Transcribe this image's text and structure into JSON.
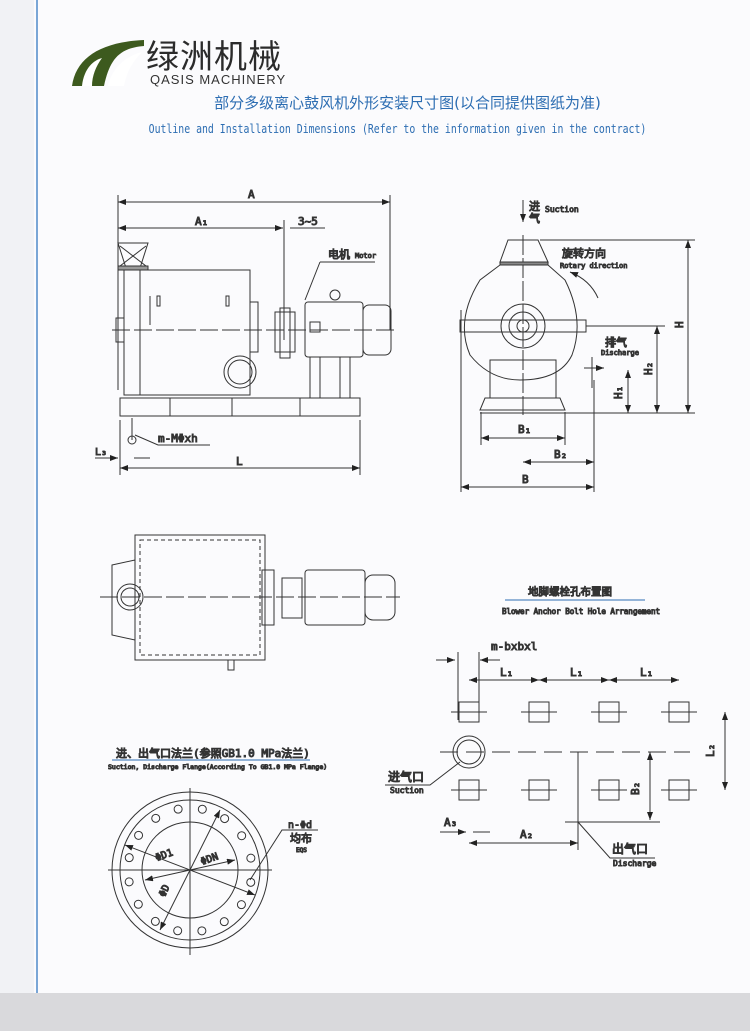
{
  "logo": {
    "cn": "绿洲机械",
    "en": "QASIS MACHINERY"
  },
  "title": {
    "cn": "部分多级离心鼓风机外形安装尺寸图(以合同提供图纸为准)",
    "en": "Outline and Installation Dimensions (Refer to the information given in the contract)"
  },
  "side_view": {
    "A": "A",
    "A1": "A₁",
    "gap": "3~5",
    "motor_cn": "电机",
    "motor_en": "Motor",
    "bolt": "m-MΦxh",
    "L3": "L₃",
    "L": "L"
  },
  "front_view": {
    "suction_cn1": "进",
    "suction_cn2": "气",
    "suction_en": "Suction",
    "rotary_cn": "旋转方向",
    "rotary_en": "Rotary direction",
    "discharge_cn": "排气",
    "discharge_en": "Discharge",
    "H": "H",
    "H1": "H₁",
    "H2": "H₂",
    "B1": "B₁",
    "B2": "B₂",
    "B": "B"
  },
  "flange": {
    "title_cn": "进、出气口法兰(参照GB1.0 MPa法兰)",
    "title_en": "Suction, Discharge Flange(According To GB1.0 MPa Flange)",
    "holes": "n-Φd",
    "eqs_cn": "均布",
    "eqs_en": "EQS",
    "D1": "ΦD1",
    "DN": "ΦDN",
    "D": "ΦD"
  },
  "anchor": {
    "title_cn": "地脚螺栓孔布置图",
    "title_en": "Blower Anchor Bolt Hole Arrangement",
    "hole": "m-bxbxl",
    "L1": "L₁",
    "L2": "L₂",
    "B2": "B₂",
    "A2": "A₂",
    "A3": "A₃",
    "suction_cn": "进气口",
    "suction_en": "Suction",
    "discharge_cn": "出气口",
    "discharge_en": "Discharge"
  },
  "colors": {
    "accent": "#2c6db2",
    "logo_green": "#3d5a1e"
  }
}
